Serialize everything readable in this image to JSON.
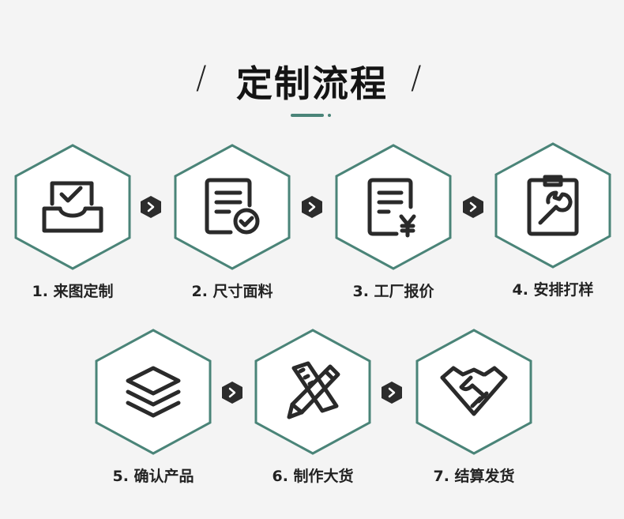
{
  "title": "定制流程",
  "slash_left": "/",
  "slash_right": "/",
  "colors": {
    "accent": "#4a8478",
    "hex_border": "#4a8478",
    "icon": "#2a2a2a",
    "arrow_bg": "#2c2c2c"
  },
  "steps": [
    {
      "label": "1. 来图定制",
      "icon": "tray-check-icon"
    },
    {
      "label": "2. 尺寸面料",
      "icon": "document-check-icon"
    },
    {
      "label": "3. 工厂报价",
      "icon": "invoice-yen-icon"
    },
    {
      "label": "4. 安排打样",
      "icon": "clipboard-wrench-icon"
    },
    {
      "label": "5. 确认产品",
      "icon": "layers-icon"
    },
    {
      "label": "6. 制作大货",
      "icon": "pencil-ruler-icon"
    },
    {
      "label": "7. 结算发货",
      "icon": "handshake-icon"
    }
  ]
}
